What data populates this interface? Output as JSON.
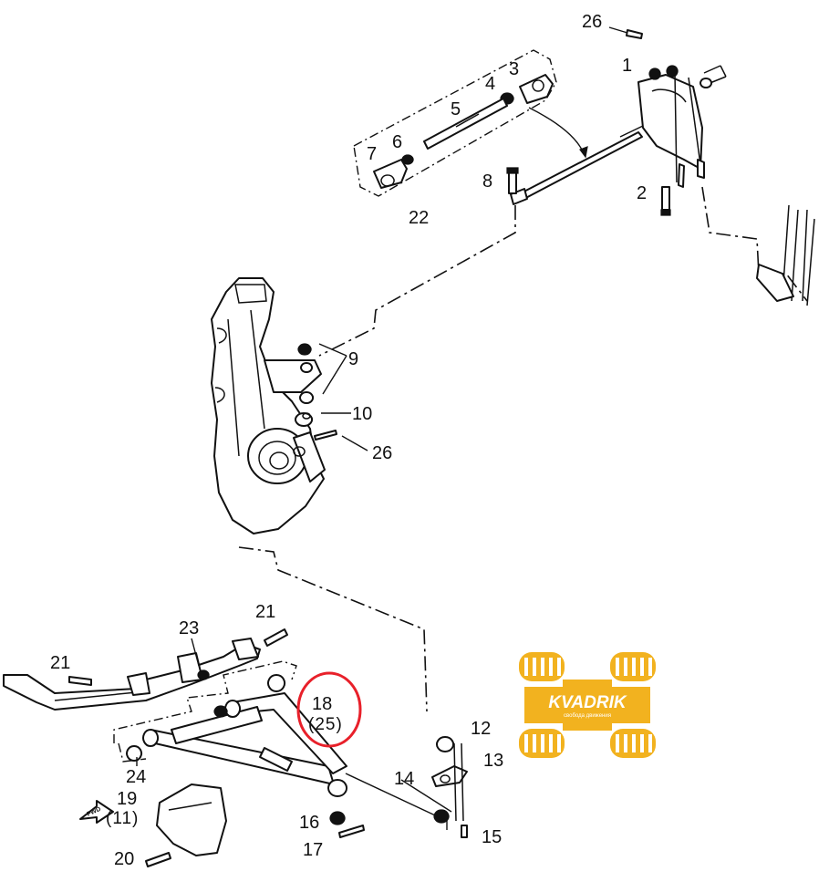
{
  "diagram": {
    "callouts": [
      {
        "id": "c26a",
        "text": "26"
      },
      {
        "id": "c1",
        "text": "1"
      },
      {
        "id": "c3",
        "text": "3"
      },
      {
        "id": "c4",
        "text": "4"
      },
      {
        "id": "c5",
        "text": "5"
      },
      {
        "id": "c6",
        "text": "6"
      },
      {
        "id": "c7",
        "text": "7"
      },
      {
        "id": "c22",
        "text": "22"
      },
      {
        "id": "c8",
        "text": "8"
      },
      {
        "id": "c2",
        "text": "2"
      },
      {
        "id": "c9",
        "text": "9"
      },
      {
        "id": "c10",
        "text": "10"
      },
      {
        "id": "c26b",
        "text": "26"
      },
      {
        "id": "c21a",
        "text": "21"
      },
      {
        "id": "c21b",
        "text": "21"
      },
      {
        "id": "c23",
        "text": "23"
      },
      {
        "id": "c18",
        "text": "18"
      },
      {
        "id": "c25",
        "text": "(25)"
      },
      {
        "id": "c12",
        "text": "12"
      },
      {
        "id": "c13",
        "text": "13"
      },
      {
        "id": "c14",
        "text": "14"
      },
      {
        "id": "c24",
        "text": "24"
      },
      {
        "id": "c19",
        "text": "19"
      },
      {
        "id": "c11",
        "text": "(11)"
      },
      {
        "id": "c16",
        "text": "16"
      },
      {
        "id": "c15",
        "text": "15"
      },
      {
        "id": "c17",
        "text": "17"
      },
      {
        "id": "c20",
        "text": "20"
      }
    ],
    "fwd_arrow_text": "FWD",
    "highlight_color": "#e8202a"
  },
  "watermark": {
    "brand": "KVADRIK",
    "tagline": "свобода движения",
    "color": "#f2b21f"
  }
}
